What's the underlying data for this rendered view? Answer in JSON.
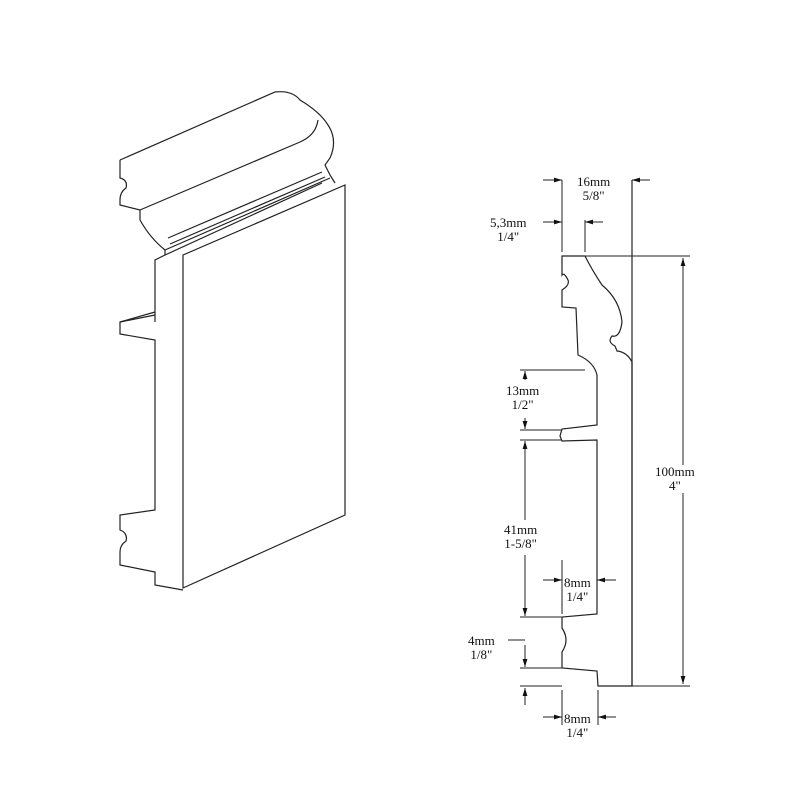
{
  "dimensions": {
    "total_width": {
      "mm": "16mm",
      "inch": "5/8\""
    },
    "top_offset": {
      "mm": "5,3mm",
      "inch": "1/4\""
    },
    "upper_recess": {
      "mm": "13mm",
      "inch": "1/2\""
    },
    "middle_recess": {
      "mm": "41mm",
      "inch": "1-5/8\""
    },
    "recess_depth": {
      "mm": "8mm",
      "inch": "1/4\""
    },
    "lower_groove": {
      "mm": "4mm",
      "inch": "1/8\""
    },
    "base_depth": {
      "mm": "8mm",
      "inch": "1/4\""
    },
    "height": {
      "mm": "100mm",
      "inch": "4\""
    }
  }
}
